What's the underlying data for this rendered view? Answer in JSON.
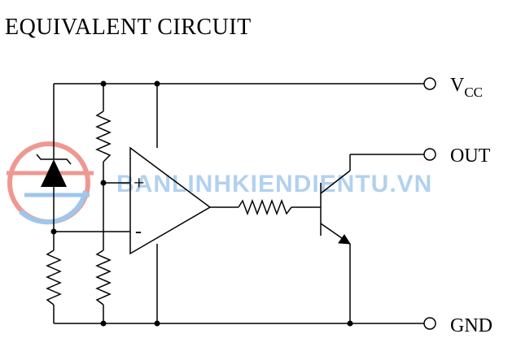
{
  "title": "EQUIVALENT CIRCUIT",
  "terminals": {
    "vcc_main": "V",
    "vcc_sub": "CC",
    "out": "OUT",
    "gnd": "GND"
  },
  "opamp": {
    "plus": "+",
    "minus": "-"
  },
  "watermark": {
    "text": "BANLINHKIENDIENTU.VN",
    "color": "#7fb3e6"
  },
  "colors": {
    "wire": "#000000",
    "logo_red": "#e9766d",
    "logo_blue": "#7fb3e6"
  }
}
